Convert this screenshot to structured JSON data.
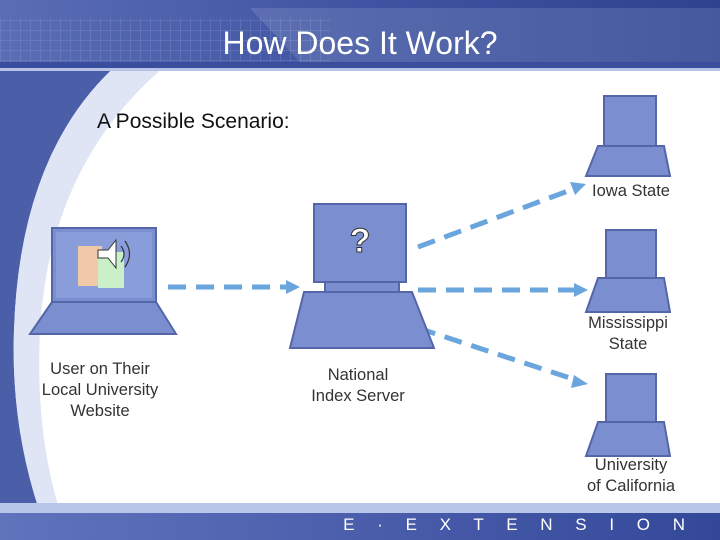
{
  "slide": {
    "title": "How Does It Work?",
    "subtitle": "A Possible Scenario:",
    "footer_brand": "E · E X T E N S I O N"
  },
  "nodes": {
    "user": {
      "label": "User on Their\nLocal University\nWebsite",
      "icon": "laptop-icon"
    },
    "server": {
      "label": "National\nIndex Server",
      "icon": "computer-icon",
      "badge": "?"
    },
    "iowa": {
      "label": "Iowa State",
      "icon": "computer-icon"
    },
    "mississippi": {
      "label": "Mississippi\nState",
      "icon": "computer-icon"
    },
    "california": {
      "label": "University\nof California",
      "icon": "computer-icon"
    }
  },
  "colors": {
    "theme_blue": "#4a5fa8",
    "accent_blue": "#5b9bd5",
    "computer_blue": "#7b8fd0"
  }
}
